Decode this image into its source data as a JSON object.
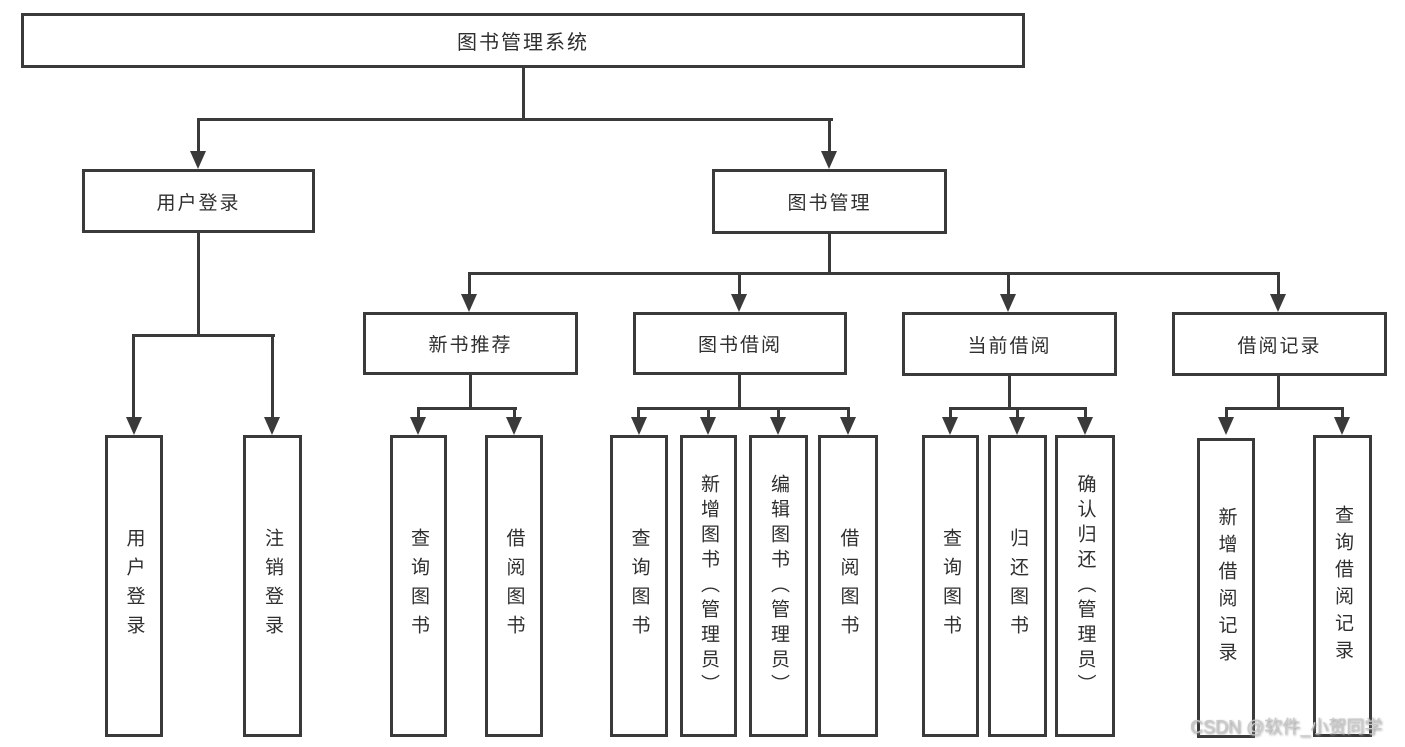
{
  "diagram": {
    "root": "图书管理系统",
    "level1": {
      "user_login": "用户登录",
      "book_management": "图书管理"
    },
    "level2": {
      "new_book_recommend": "新书推荐",
      "book_borrow": "图书借阅",
      "current_borrow": "当前借阅",
      "borrow_records": "借阅记录"
    },
    "leaves": {
      "user_login": "用户登录",
      "logout": "注销登录",
      "recommend_query_books": "查询图书",
      "recommend_borrow_books": "借阅图书",
      "borrow_query_books": "查询图书",
      "borrow_add_books": "新增图书（管理员）",
      "borrow_edit_books": "编辑图书（管理员）",
      "borrow_borrow_books": "借阅图书",
      "current_query_books": "查询图书",
      "current_return_books": "归还图书",
      "current_confirm_return": "确认归还（管理员）",
      "records_add_record": "新增借阅记录",
      "records_query_record": "查询借阅记录"
    }
  },
  "watermark": "CSDN @软件_小贺同学",
  "colors": {
    "line": "#3a3a3a",
    "text": "#2f2f2f",
    "background": "#ffffff",
    "watermark": "#c9c9c9"
  }
}
